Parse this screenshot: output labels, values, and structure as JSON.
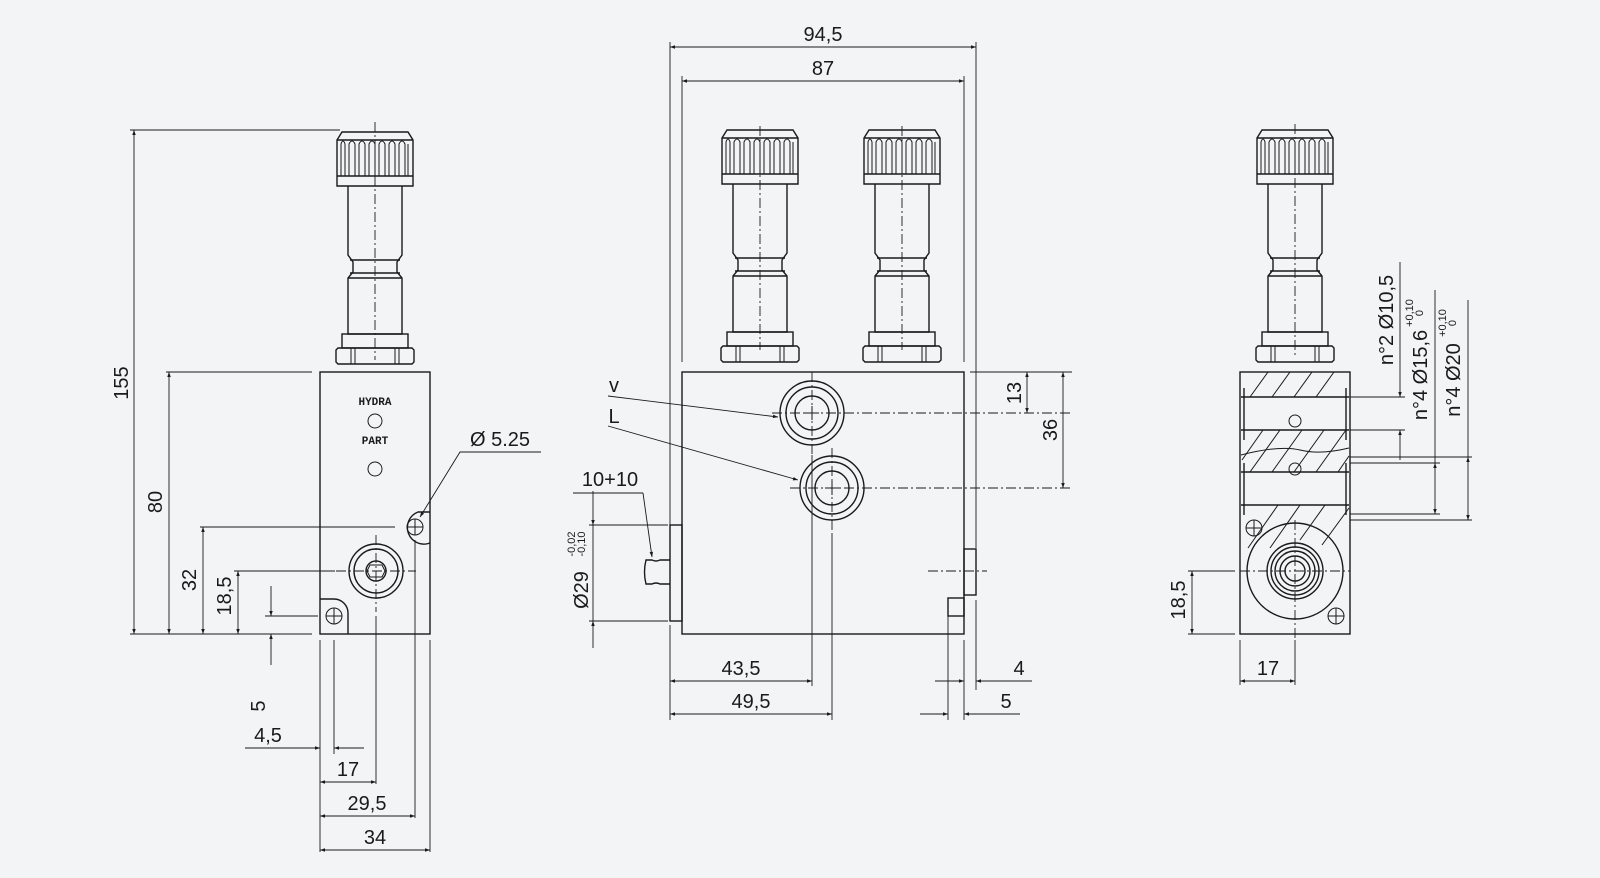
{
  "drawing": {
    "background": "#f3f4f6",
    "line_color": "#1a1a1a",
    "brand_marking": [
      "HYDRA",
      "PART"
    ],
    "left_view": {
      "dims": {
        "total_height": "155",
        "body_height": "80",
        "hole_height": "32",
        "port_height": "18,5",
        "small_hole_height": "5",
        "small_hole_x": "4,5",
        "port_x": "17",
        "hole_x": "29,5",
        "body_width": "34",
        "hole_diameter": "Ø 5.25"
      }
    },
    "front_view": {
      "dims": {
        "overall_width": "94,5",
        "body_width": "87",
        "port_v_height": "13",
        "port_l_height": "36",
        "port_v_x": "43,5",
        "port_l_x": "49,5",
        "right_offset_a": "4",
        "right_offset_b": "5",
        "spigot_count": "10+10",
        "spigot_diameter": "Ø29",
        "spigot_tol_upper": "-0,02",
        "spigot_tol_lower": "-0,10"
      },
      "port_labels": {
        "v": "v",
        "l": "L"
      }
    },
    "right_view": {
      "dims": {
        "port_height": "18,5",
        "port_x": "17"
      },
      "callouts": [
        {
          "text": "n°2  Ø10,5",
          "tol_upper": "",
          "tol_lower": ""
        },
        {
          "text": "n°4  Ø15,6",
          "tol_upper": "+0,10",
          "tol_lower": "0"
        },
        {
          "text": "n°4  Ø20",
          "tol_upper": "+0,10",
          "tol_lower": "0"
        }
      ]
    }
  }
}
